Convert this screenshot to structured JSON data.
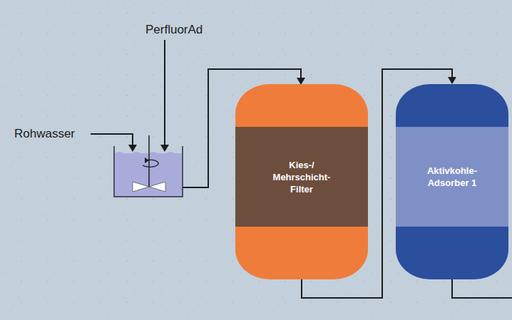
{
  "diagram": {
    "nodes": [
      {
        "text": [
          "Kies-/ Mehrschicht- Filter"
        ]
      },
      {
        "text": [
          "Aktivkohle- Adsorber 1"
        ]
      }
    ],
    "edges": [
      {
        "from": 0,
        "to": 1,
        "arrow": "to"
      }
    ],
    "labels": [
      "Rohwasser",
      "PerfluorAd"
    ]
  }
}
